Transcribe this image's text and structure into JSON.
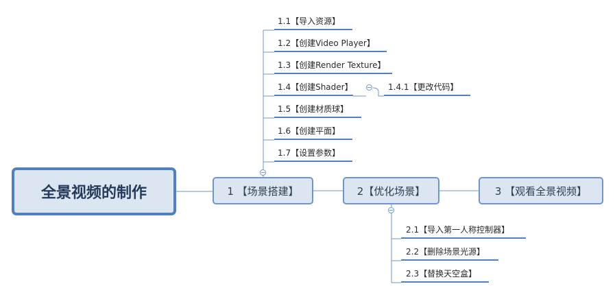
{
  "mindmap": {
    "root": {
      "label": "全景视频的制作"
    },
    "branches": [
      {
        "label": "1 【场景搭建】",
        "children": [
          {
            "label": "1.1【导入资源】"
          },
          {
            "label": "1.2【创建Video Player】"
          },
          {
            "label": "1.3【创建Render Texture】"
          },
          {
            "label": "1.4【创建Shader】",
            "children": [
              {
                "label": "1.4.1【更改代码】"
              }
            ]
          },
          {
            "label": "1.5【创建材质球】"
          },
          {
            "label": "1.6【创建平面】"
          },
          {
            "label": "1.7【设置参数】"
          }
        ]
      },
      {
        "label": "2【优化场景】",
        "children": [
          {
            "label": "2.1【导入第一人称控制器】"
          },
          {
            "label": "2.2【删除场景光源】"
          },
          {
            "label": "2.3【替换天空盒】"
          }
        ]
      },
      {
        "label": "3 【观看全景视频】",
        "children": []
      }
    ]
  },
  "colors": {
    "node_fill": "#dce6f2",
    "root_border": "#4f80c0",
    "node_border": "#6f96c8",
    "connector": "#6f96c8",
    "underline": "#4f80c0"
  }
}
